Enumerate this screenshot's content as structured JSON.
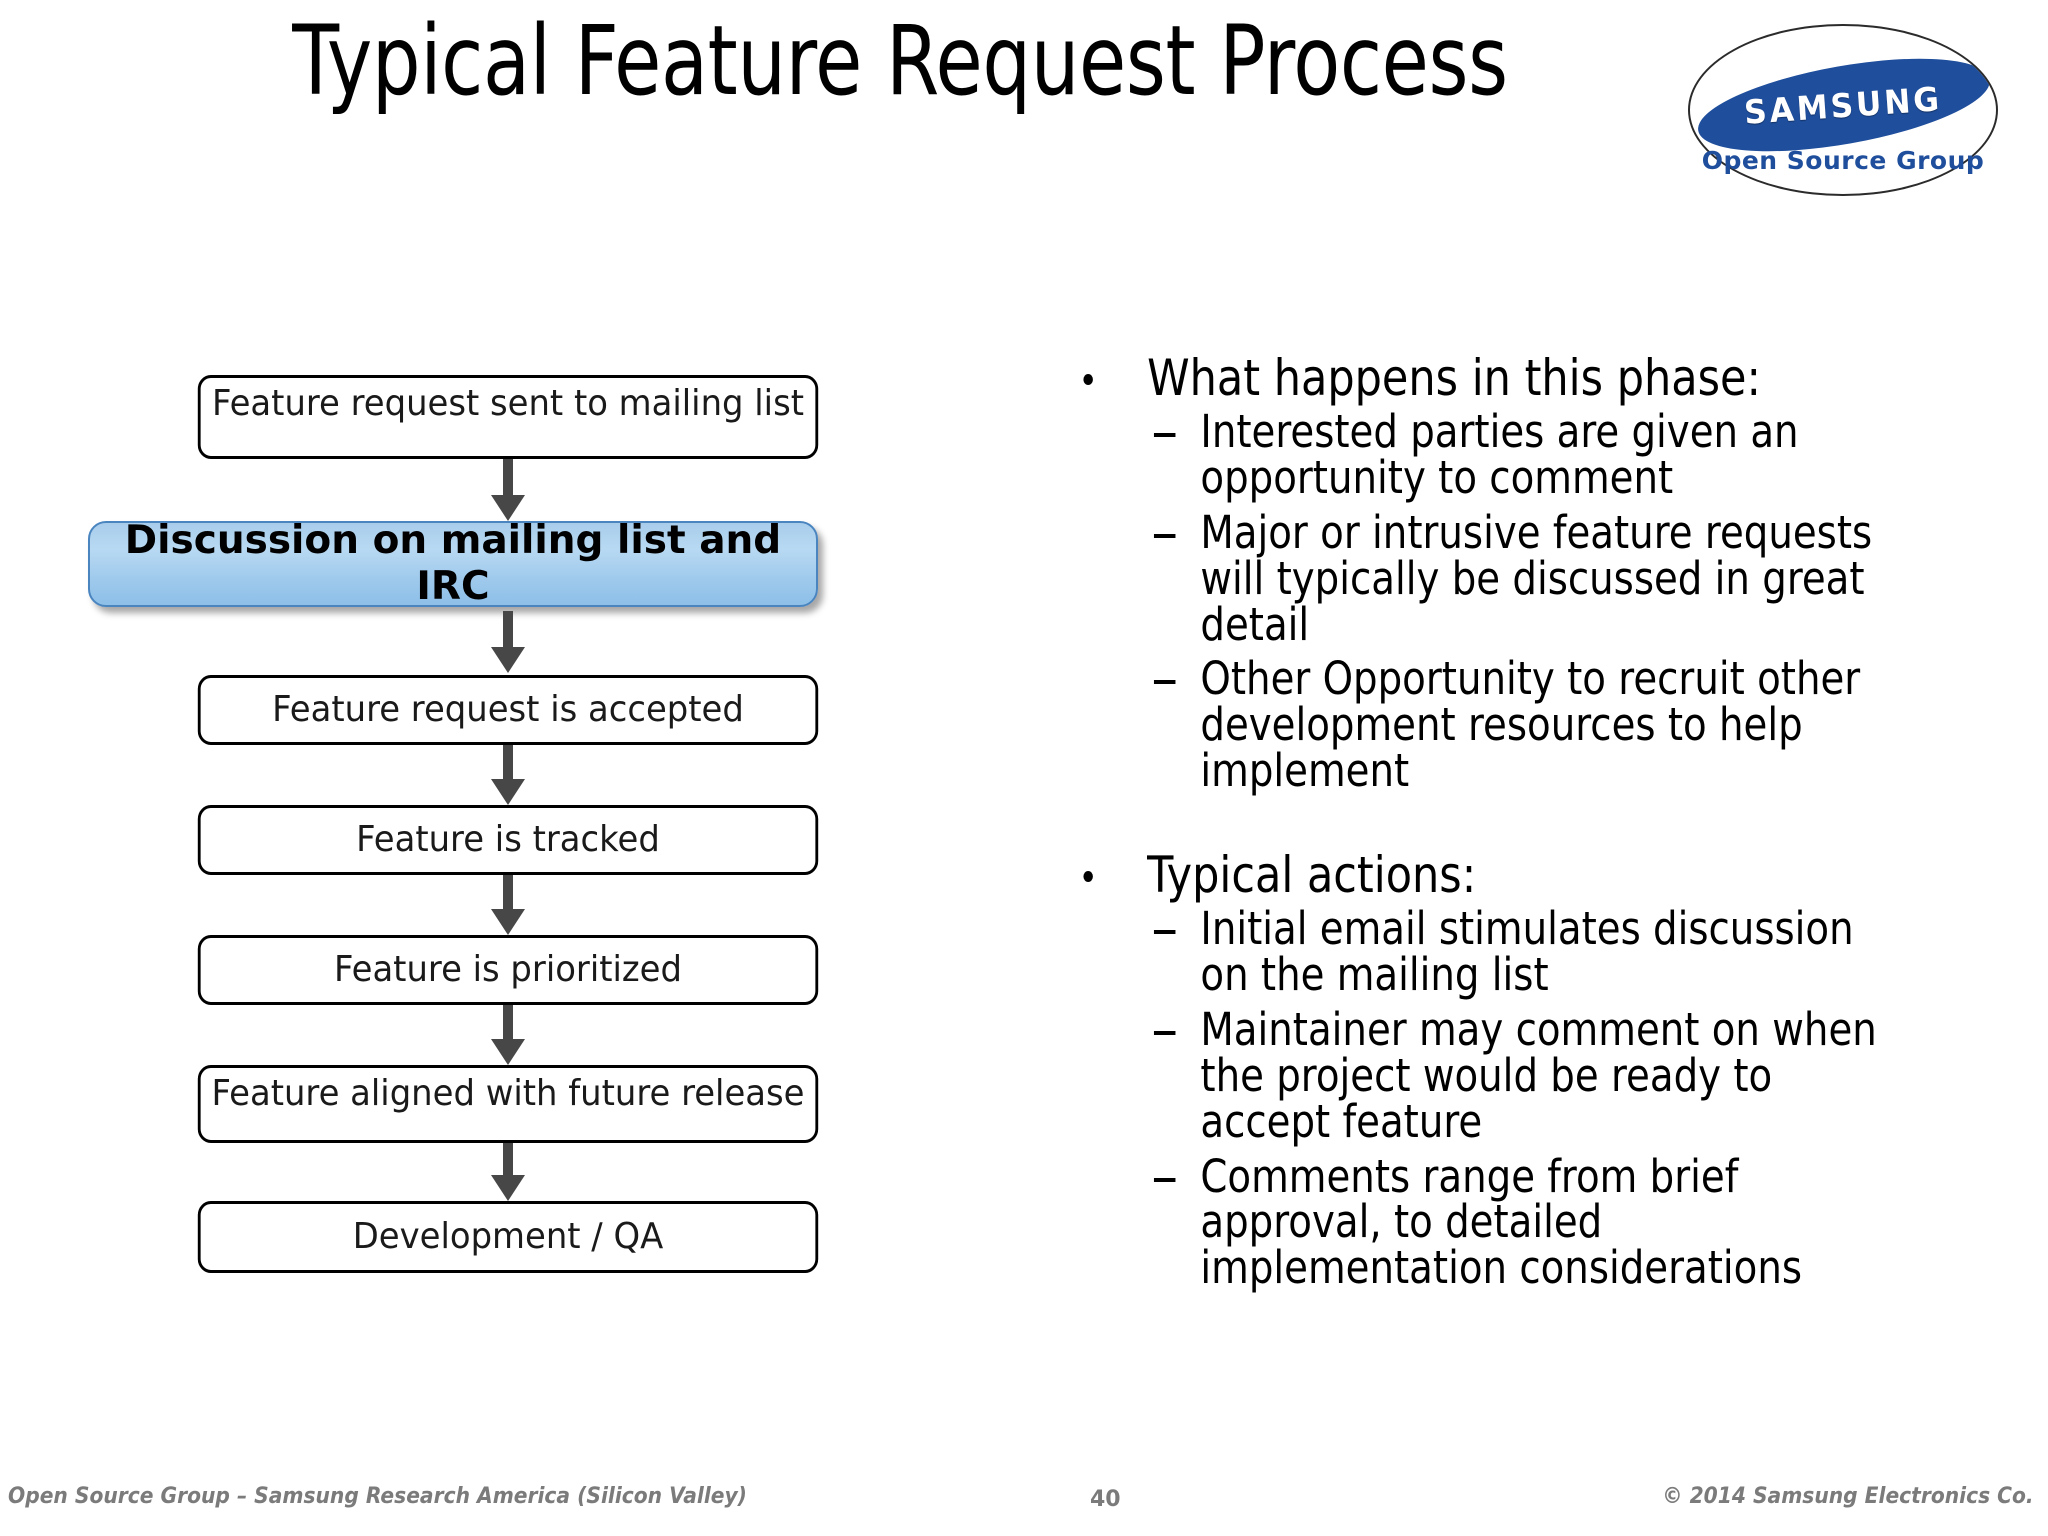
{
  "slide": {
    "title": "Typical Feature Request Process",
    "page_number": "40"
  },
  "logo": {
    "brand": "SAMSUNG",
    "sub": "Open Source Group",
    "brand_color": "#1f4e9c"
  },
  "flowchart": {
    "highlight_color": "#9ec9ec",
    "highlight_border_color": "#4a85c0",
    "arrow_color": "#474747",
    "steps": [
      {
        "label": "Feature request sent to mailing list",
        "highlighted": false
      },
      {
        "label": "Discussion on mailing list and IRC",
        "highlighted": true
      },
      {
        "label": "Feature request is accepted",
        "highlighted": false
      },
      {
        "label": "Feature is tracked",
        "highlighted": false
      },
      {
        "label": "Feature is prioritized",
        "highlighted": false
      },
      {
        "label": "Feature aligned with future release",
        "highlighted": false
      },
      {
        "label": "Development / QA",
        "highlighted": false
      }
    ]
  },
  "bullets": {
    "group1": {
      "heading": "What happens in this phase:",
      "items": [
        "Interested parties are given an opportunity to comment",
        "Major or intrusive feature requests will typically be discussed in great detail",
        "Other Opportunity to recruit other development resources to help implement"
      ]
    },
    "group2": {
      "heading": "Typical actions:",
      "items": [
        "Initial email stimulates discussion on the mailing list",
        "Maintainer may comment on when the project would be ready to accept feature",
        "Comments range from brief approval, to detailed implementation considerations"
      ]
    }
  },
  "footer": {
    "left": "Open Source Group –  Samsung Research America (Silicon Valley)",
    "right": "© 2014 Samsung Electronics Co."
  }
}
